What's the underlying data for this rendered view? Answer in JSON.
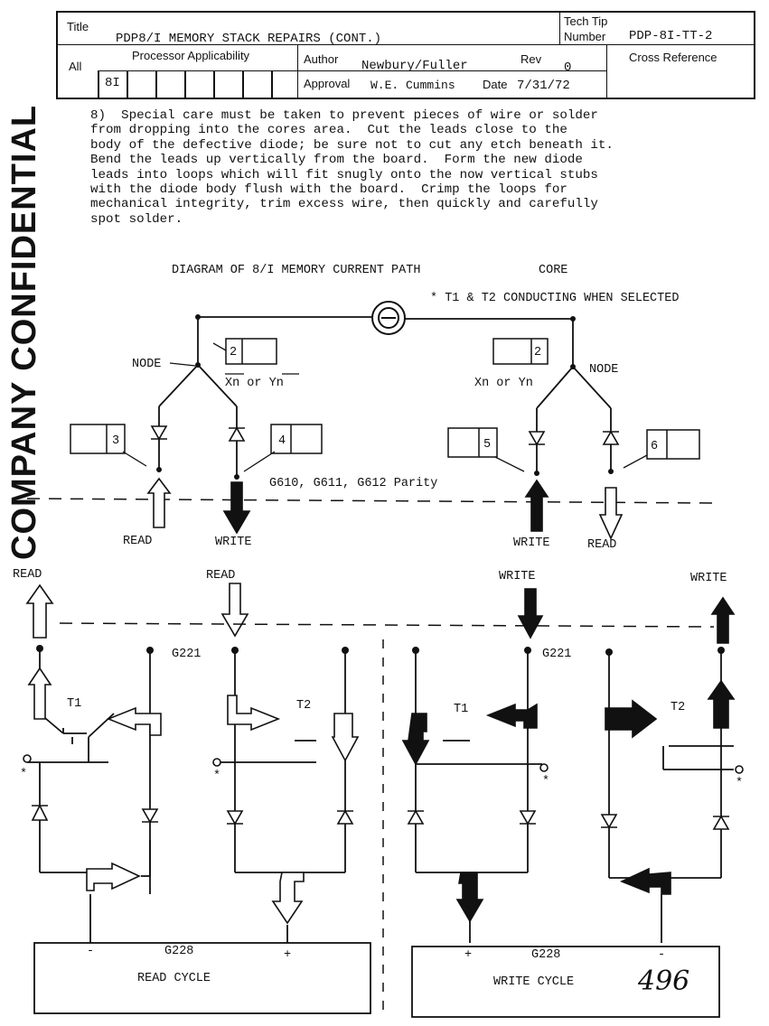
{
  "header": {
    "title_label": "Title",
    "title_value": "PDP8/I MEMORY STACK REPAIRS (CONT.)",
    "techtip_label_1": "Tech Tip",
    "techtip_label_2": "Number",
    "techtip_value": "PDP-8I-TT-2",
    "all_label": "All",
    "processor_label": "Processor Applicability",
    "processor_value": "8I",
    "author_label": "Author",
    "author_value": "Newbury/Fuller",
    "rev_label": "Rev",
    "rev_value": "0",
    "crossref_label": "Cross Reference",
    "approval_label": "Approval",
    "approval_value": "W.E. Cummins",
    "date_label": "Date",
    "date_value": "7/31/72"
  },
  "body_text": "8)  Special care must be taken to prevent pieces of wire or solder\nfrom dropping into the cores area.  Cut the leads close to the\nbody of the defective diode; be sure not to cut any etch beneath it.\nBend the leads up vertically from the board.  Form the new diode\nleads into loops which will fit snugly onto the now vertical stubs\nwith the diode body flush with the board.  Crimp the loops for\nmechanical integrity, trim excess wire, then quickly and carefully\nspot solder.",
  "stamp_text": "COMPANY CONFIDENTIAL",
  "diagram": {
    "title": "DIAGRAM OF 8/I MEMORY CURRENT PATH",
    "core_label": "CORE",
    "note": "* T1 & T2 CONDUCTING WHEN SELECTED",
    "node_left": "NODE",
    "node_right": "NODE",
    "xn_left": "Xn or Yn",
    "xn_right": "Xn or Yn",
    "box_2": "2",
    "box_3": "3",
    "box_4": "4",
    "box_5": "5",
    "box_6": "6",
    "parity": "G610, G611, G612 Parity",
    "read_1": "READ",
    "write_1": "WRITE",
    "write_2": "WRITE",
    "read_2": "READ",
    "read_3": "READ",
    "read_4": "READ",
    "write_3": "WRITE",
    "write_4": "WRITE",
    "g221_left": "G221",
    "g221_right": "G221",
    "t1_left": "T1",
    "t2_left": "T2",
    "t1_right": "T1",
    "t2_right": "T2",
    "g228_left": "G228",
    "g228_right": "G228",
    "read_cycle": "READ CYCLE",
    "write_cycle": "WRITE CYCLE",
    "minus": "-",
    "plus": "+",
    "star": "*",
    "handwritten": "496"
  }
}
